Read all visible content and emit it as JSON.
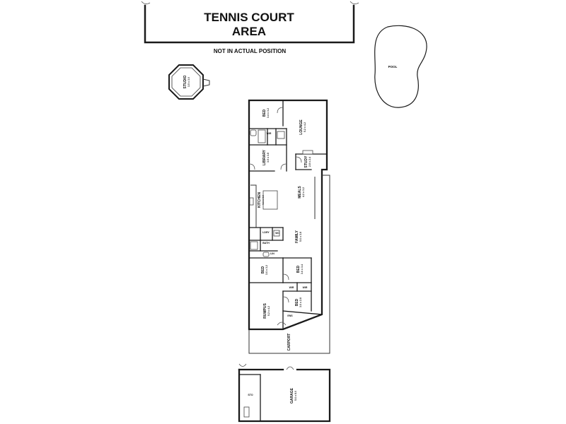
{
  "tennis": {
    "line1": "TENNIS COURT",
    "line2": "AREA"
  },
  "note": "NOT IN ACTUAL POSITION",
  "pool": "POOL",
  "studio": {
    "name": "STUDIO",
    "dim": "3.5 x 3.0"
  },
  "rooms": {
    "bed1": {
      "name": "BED",
      "dim": "3.4 x 3.2"
    },
    "lounge": {
      "name": "LOUNGE",
      "dim": "5.2 x 4.2"
    },
    "library": {
      "name": "LIBRARY",
      "dim": "3.5 x 3.8"
    },
    "study": {
      "name": "STUDY",
      "dim": "2.8 x 2.4"
    },
    "kitchen": {
      "name": "KITCHEN",
      "dim": "4.1 x 3.6"
    },
    "meals": {
      "name": "MEALS",
      "dim": "4.2 x 3.2"
    },
    "family": {
      "name": "FAMILY",
      "dim": "5.6 x 3.8"
    },
    "bed2": {
      "name": "BED",
      "dim": "3.6 x 3.2"
    },
    "bed3": {
      "name": "BED",
      "dim": "3.6 x 3.4"
    },
    "rumpus": {
      "name": "RUMPUS",
      "dim": "5.2 x 4.2"
    },
    "bed4": {
      "name": "BED",
      "dim": "3.6 x 2.8"
    },
    "carport": {
      "name": "CARPORT"
    },
    "garage": {
      "name": "GARAGE",
      "dim": "5.6 x 8.0"
    }
  },
  "small_labels": {
    "wir1": "WIR",
    "ldry": "LDRY",
    "bath": "BATH",
    "wc": "WC",
    "wir2": "WIR",
    "wir3": "WIR",
    "lin": "LIN",
    "ens": "ENS",
    "sto": "STO"
  }
}
